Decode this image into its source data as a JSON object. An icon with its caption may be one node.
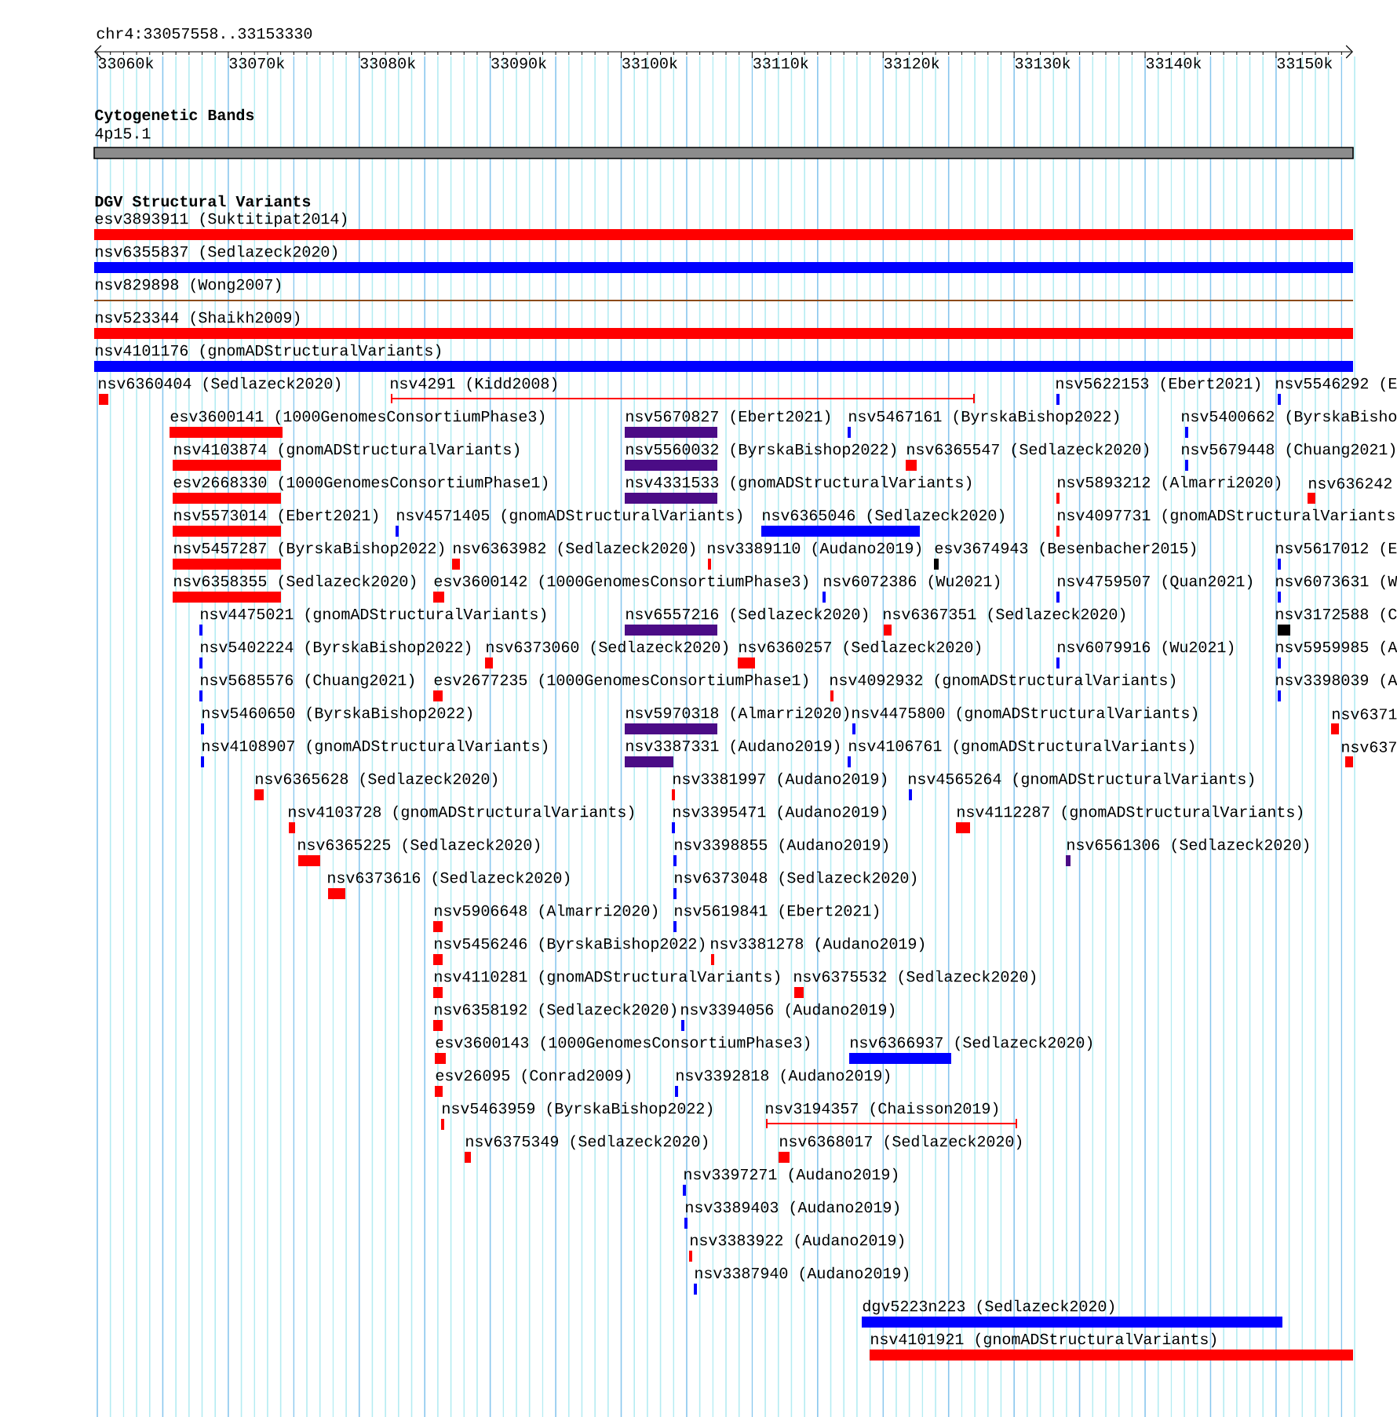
{
  "diagram": {
    "labels": [
      "chr4:33057558..33153330",
      "33060k",
      "33070k",
      "33080k",
      "33090k",
      "33100k",
      "33110k",
      "33120k",
      "33130k",
      "33140k",
      "33150k",
      "Cytogenetic Bands",
      "4p15.1",
      "DGV Structural Variants",
      "esv3893911 (Suktitipat2014)",
      "nsv6355837 (Sedlazeck2020)",
      "nsv829898 (Wong2007)",
      "nsv523344 (Shaikh2009)",
      "nsv4101176 (gnomADStructuralVariants)",
      "nsv6360404 (Sedlazeck2020)",
      "nsv4291 (Kidd2008)",
      "nsv5622153 (Ebert2021)",
      "nsv5546292 (E",
      "esv3600141 (1000GenomesConsortiumPhase3)",
      "nsv5670827 (Ebert2021)",
      "nsv5467161 (ByrskaBishop2022)",
      "nsv5400662 (ByrskaBisho",
      "nsv4103874 (gnomADStructuralVariants)",
      "nsv5560032 (ByrskaBishop2022)",
      "nsv6365547 (Sedlazeck2020)",
      "nsv5679448 (Chuang2021)",
      "esv2668330 (1000GenomesConsortiumPhase1)",
      "nsv4331533 (gnomADStructuralVariants)",
      "nsv5893212 (Almarri2020)",
      "nsv636242",
      "nsv5573014 (Ebert2021)",
      "nsv4571405 (gnomADStructuralVariants)",
      "nsv6365046 (Sedlazeck2020)",
      "nsv4097731 (gnomADStructuralVariants",
      "nsv5457287 (ByrskaBishop2022)",
      "nsv6363982 (Sedlazeck2020)",
      "nsv3389110 (Audano2019)",
      "esv3674943 (Besenbacher2015)",
      "nsv5617012 (E",
      "nsv6358355 (Sedlazeck2020)",
      "esv3600142 (1000GenomesConsortiumPhase3)",
      "nsv6072386 (Wu2021)",
      "nsv4759507 (Quan2021)",
      "nsv6073631 (W",
      "nsv4475021 (gnomADStructuralVariants)",
      "nsv6557216 (Sedlazeck2020)",
      "nsv6367351 (Sedlazeck2020)",
      "nsv3172588 (C",
      "nsv5402224 (ByrskaBishop2022)",
      "nsv6373060 (Sedlazeck2020)",
      "nsv6360257 (Sedlazeck2020)",
      "nsv6079916 (Wu2021)",
      "nsv5959985 (A",
      "nsv5685576 (Chuang2021)",
      "esv2677235 (1000GenomesConsortiumPhase1)",
      "nsv4092932 (gnomADStructuralVariants)",
      "nsv3398039 (A",
      "nsv5460650 (ByrskaBishop2022)",
      "nsv5970318 (Almarri2020)",
      "nsv4475800 (gnomADStructuralVariants)",
      "nsv6371",
      "nsv4108907 (gnomADStructuralVariants)",
      "nsv3387331 (Audano2019)",
      "nsv4106761 (gnomADStructuralVariants)",
      "nsv637",
      "nsv6365628 (Sedlazeck2020)",
      "nsv3381997 (Audano2019)",
      "nsv4565264 (gnomADStructuralVariants)",
      "nsv4103728 (gnomADStructuralVariants)",
      "nsv3395471 (Audano2019)",
      "nsv4112287 (gnomADStructuralVariants)",
      "nsv6365225 (Sedlazeck2020)",
      "nsv3398855 (Audano2019)",
      "nsv6561306 (Sedlazeck2020)",
      "nsv6373616 (Sedlazeck2020)",
      "nsv6373048 (Sedlazeck2020)",
      "nsv5906648 (Almarri2020)",
      "nsv5619841 (Ebert2021)",
      "nsv5456246 (ByrskaBishop2022)",
      "nsv3381278 (Audano2019)",
      "nsv4110281 (gnomADStructuralVariants)",
      "nsv6375532 (Sedlazeck2020)",
      "nsv6358192 (Sedlazeck2020)",
      "nsv3394056 (Audano2019)",
      "esv3600143 (1000GenomesConsortiumPhase3)",
      "nsv6366937 (Sedlazeck2020)",
      "esv26095 (Conrad2009)",
      "nsv3392818 (Audano2019)",
      "nsv5463959 (ByrskaBishop2022)",
      "nsv3194357 (Chaisson2019)",
      "nsv6375349 (Sedlazeck2020)",
      "nsv6368017 (Sedlazeck2020)",
      "nsv3397271 (Audano2019)",
      "nsv3389403 (Audano2019)",
      "nsv3383922 (Audano2019)",
      "nsv3387940 (Audano2019)",
      "dgv5223n223 (Sedlazeck2020)",
      "nsv4101921 (gnomADStructuralVariants)"
    ]
  }
}
